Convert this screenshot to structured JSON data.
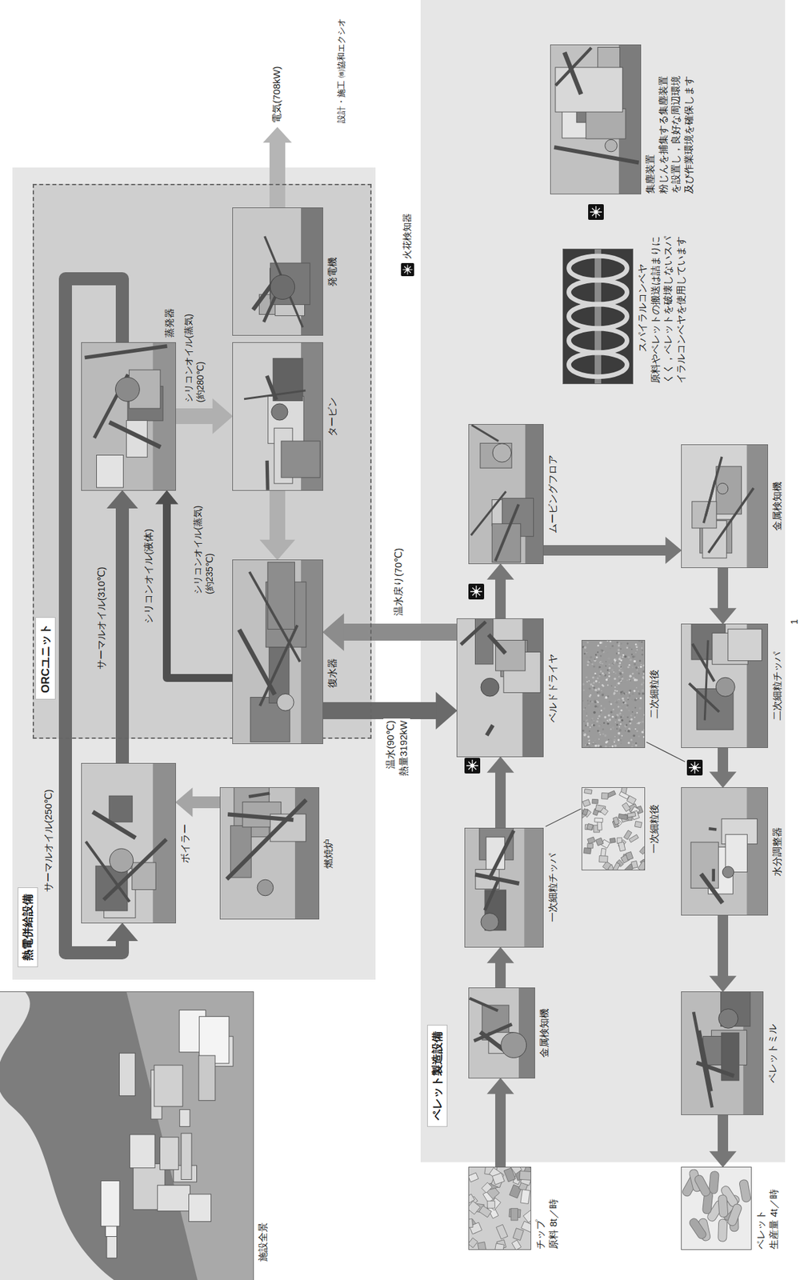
{
  "diagram": {
    "nodes": [
      {
        "text": [
          "熱電併給設備"
        ]
      },
      {
        "text": [
          "ORCユニット"
        ],
        "in": 0
      },
      {
        "text": [
          "ボイラー"
        ],
        "in": 0
      },
      {
        "text": [
          "燃焼炉"
        ],
        "in": 0
      },
      {
        "text": [
          "蒸発器"
        ],
        "in": 1
      },
      {
        "text": [
          "タービン"
        ],
        "in": 1
      },
      {
        "text": [
          "発電機"
        ],
        "in": 1
      },
      {
        "text": [
          "復水器"
        ],
        "in": 1
      },
      {
        "text": [
          "ペレット製造設備"
        ]
      },
      {
        "text": [
          "チップ",
          "原料 8t／時"
        ]
      },
      {
        "text": [
          "金属検知機"
        ],
        "in": 8
      },
      {
        "text": [
          "一次細粒チッパ"
        ],
        "in": 8
      },
      {
        "text": [
          "一次細粒後"
        ],
        "in": 8
      },
      {
        "text": [
          "ベルドドライヤ"
        ],
        "in": 8
      },
      {
        "text": [
          "二次細粒後"
        ],
        "in": 8
      },
      {
        "text": [
          "ムービングフロア"
        ],
        "in": 8
      },
      {
        "text": [
          "金属検知機"
        ],
        "in": 8
      },
      {
        "text": [
          "二次細粒チッパ"
        ],
        "in": 8
      },
      {
        "text": [
          "水分調整器"
        ],
        "in": 8
      },
      {
        "text": [
          "ペレットミル"
        ],
        "in": 8
      },
      {
        "text": [
          "ペレット",
          "生産量 4t／時"
        ]
      },
      {
        "text": [
          "スパイラルコンベヤ",
          "原料やペレットの搬送は詰まりにくく，ペレットを破壊しないスパイラルコンベヤを使用しています"
        ],
        "in": 8
      },
      {
        "text": [
          "集塵装置",
          "粉じんを捕集する集塵装置を設置し，良好な周辺環境及び作業環境を確保します"
        ],
        "in": 8
      },
      {
        "text": [
          "施設全景"
        ]
      }
    ],
    "edges": [
      {
        "from": 3,
        "to": 2,
        "arrow": "to"
      },
      {
        "from": 2,
        "to": 4,
        "label": "サーマルオイル(310℃)",
        "arrow": "to"
      },
      {
        "from": 4,
        "to": 2,
        "label": "サーマルオイル(250℃)",
        "arrow": "to"
      },
      {
        "from": 4,
        "to": 5,
        "label": "シリコンオイル(蒸気) (約280℃)",
        "arrow": "to"
      },
      {
        "from": 5,
        "to": 7,
        "label": "シリコンオイル(蒸気) (約235℃)",
        "arrow": "to"
      },
      {
        "from": 7,
        "to": 4,
        "label": "シリコンオイル(液体)",
        "arrow": "to"
      },
      {
        "from": 7,
        "to": 13,
        "label": "温水(90℃) 熱量3192kW",
        "arrow": "to"
      },
      {
        "from": 13,
        "to": 7,
        "label": "温水戻り(70℃)",
        "arrow": "to"
      },
      {
        "from": 9,
        "to": 10,
        "arrow": "to"
      },
      {
        "from": 10,
        "to": 11,
        "arrow": "to"
      },
      {
        "from": 11,
        "to": 13,
        "arrow": "to"
      },
      {
        "from": 13,
        "to": 15,
        "arrow": "to"
      },
      {
        "from": 15,
        "to": 16,
        "arrow": "to"
      },
      {
        "from": 16,
        "to": 17,
        "arrow": "to"
      },
      {
        "from": 17,
        "to": 18,
        "arrow": "to"
      },
      {
        "from": 18,
        "to": 19,
        "arrow": "to"
      },
      {
        "from": 19,
        "to": 20,
        "arrow": "to"
      }
    ],
    "labels": [
      "電気(708kW)",
      "設計・施工 ㈱協和エクシオ",
      "1"
    ],
    "legend": [
      {
        "text": "火花検知器"
      }
    ]
  }
}
